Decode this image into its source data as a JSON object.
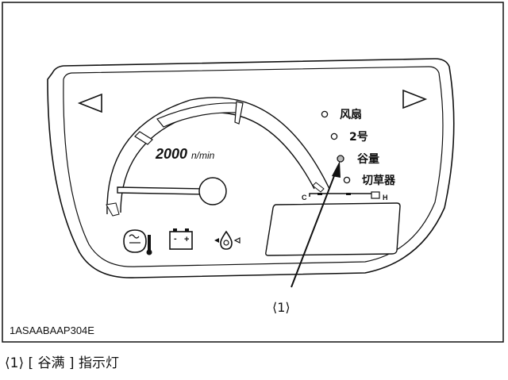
{
  "figure_code": "1ASAABAAP304E",
  "gauge": {
    "rpm_value": "2000",
    "rpm_unit": "n/min"
  },
  "indicators": [
    {
      "label": "风扇"
    },
    {
      "label": "2号"
    },
    {
      "label": "谷量"
    },
    {
      "label": "切草器"
    }
  ],
  "fuel_gauge": {
    "low_label": "C",
    "high_label": "H"
  },
  "callout_label": "⟨1⟩",
  "caption": "⟨1⟩ [ 谷满 ] 指示灯",
  "icons": [
    "left-turn-arrow-icon",
    "right-turn-arrow-icon",
    "coolant-temperature-icon",
    "battery-charge-icon",
    "engine-oil-pressure-icon"
  ]
}
